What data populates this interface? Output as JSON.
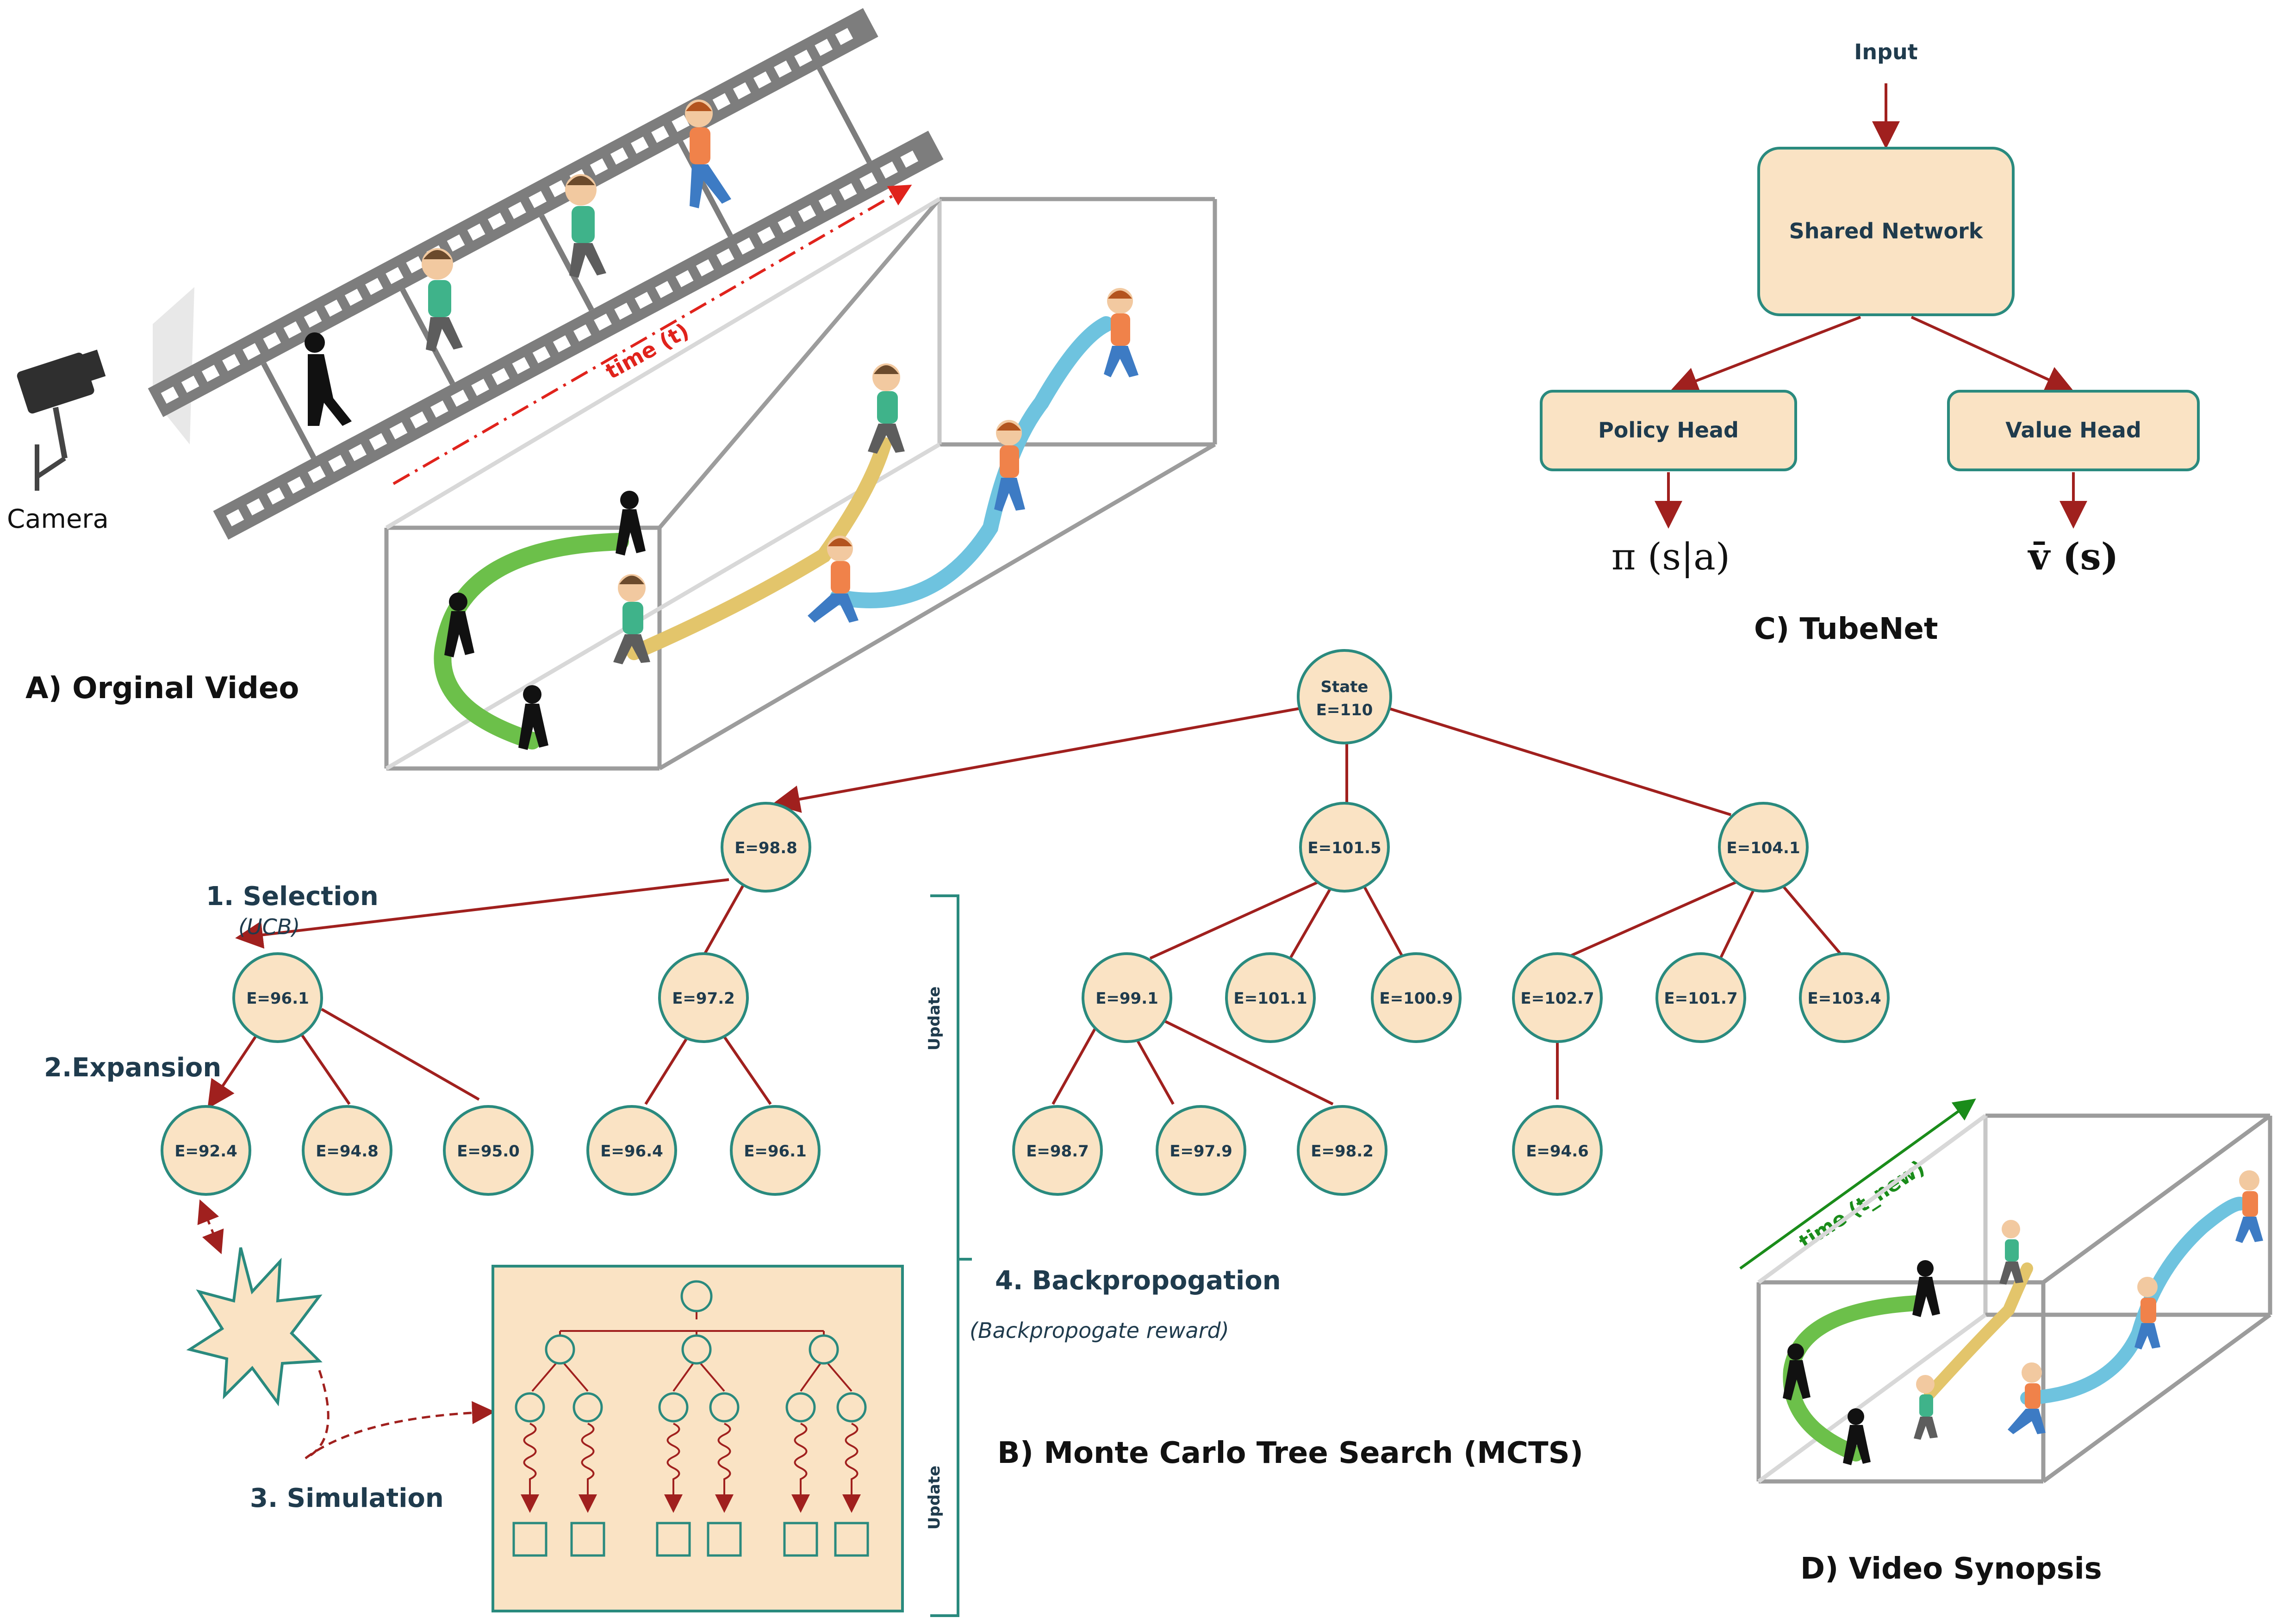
{
  "camera_label": "Camera",
  "time_label": "time (t)",
  "time_new_label": "time (t_new)",
  "section_a": "A) Orginal Video",
  "section_b": "B) Monte Carlo Tree Search (MCTS)",
  "section_c": "C) TubeNet",
  "section_d": "D) Video Synopsis",
  "tubenet": {
    "input": "Input",
    "shared": "Shared Network",
    "policy": "Policy Head",
    "value": "Value Head",
    "policy_out": "π (s|a)",
    "value_out": "v̄ (s)"
  },
  "mcts": {
    "root_line1": "State",
    "root_line2": "E=110",
    "nodes": {
      "l1a": "E=98.8",
      "l1b": "E=101.5",
      "l1c": "E=104.1",
      "l2a": "E=96.1",
      "l2b": "E=97.2",
      "l2c": "E=99.1",
      "l2d": "E=101.1",
      "l2e": "E=100.9",
      "l2f": "E=102.7",
      "l2g": "E=101.7",
      "l2h": "E=103.4",
      "l3a": "E=92.4",
      "l3b": "E=94.8",
      "l3c": "E=95.0",
      "l3d": "E=96.4",
      "l3e": "E=96.1",
      "l3f": "E=98.7",
      "l3g": "E=97.9",
      "l3h": "E=98.2",
      "l3i": "E=94.6"
    },
    "step1": "1. Selection",
    "step1_sub": "(UCB)",
    "step2": "2.Expansion",
    "step3": "3. Simulation",
    "step4": "4. Backpropogation",
    "step4_sub": "(Backpropogate reward)",
    "update1": "Update",
    "update2": "Update"
  },
  "colors": {
    "node_fill": "#fae3c4",
    "node_stroke": "#2a8a7e",
    "edge": "#a0201e",
    "green_track": "#6cc04a",
    "yellow_track": "#e3c56b",
    "blue_track": "#6ec3df"
  }
}
